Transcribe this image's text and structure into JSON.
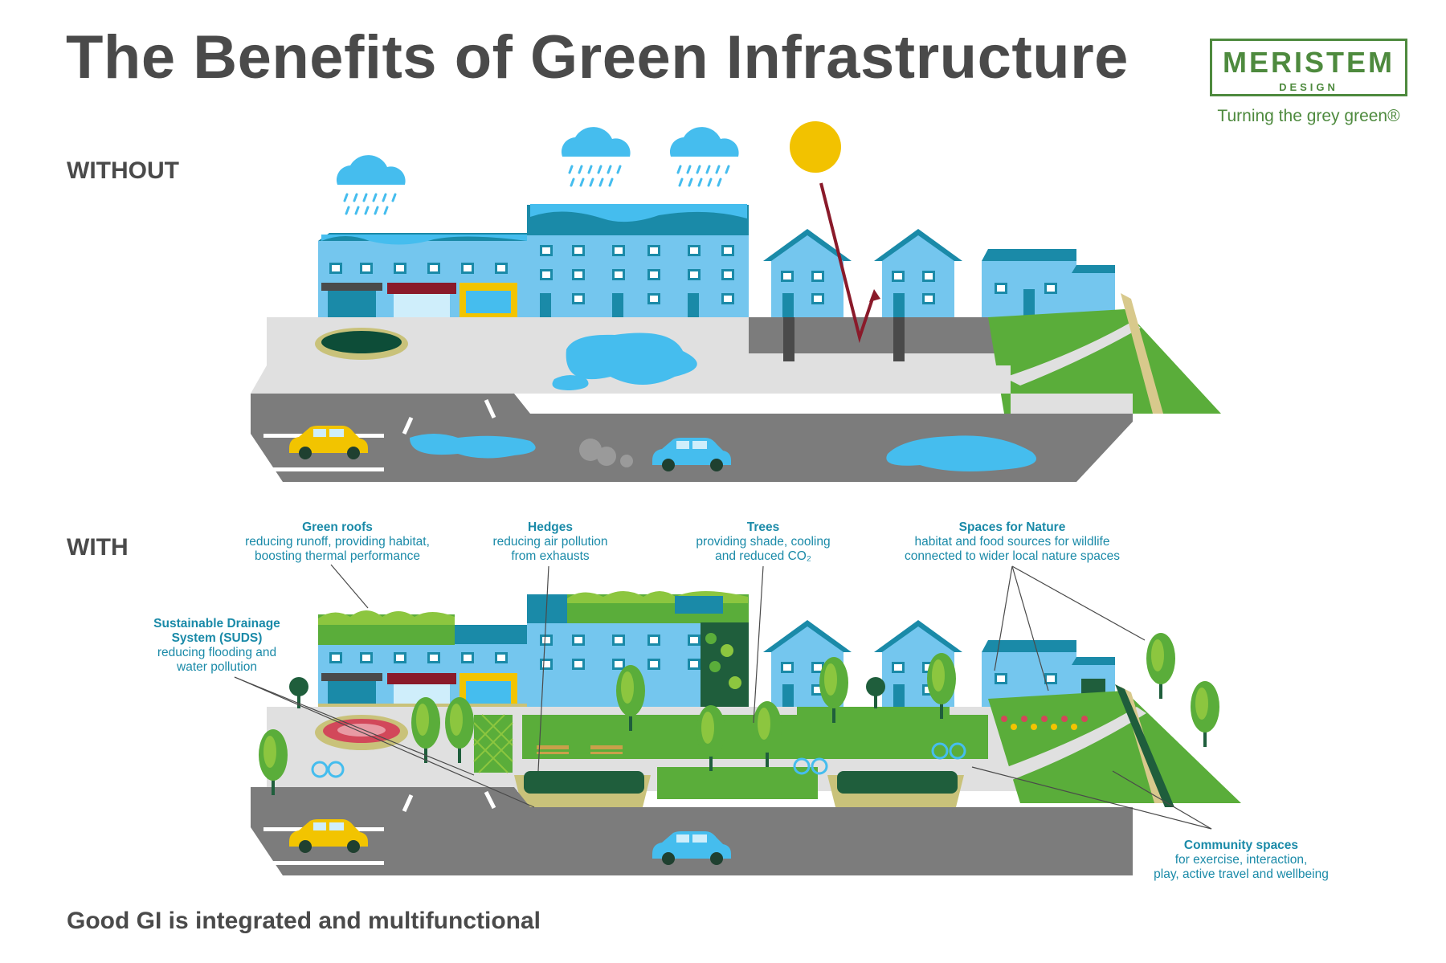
{
  "title": "The Benefits of Green Infrastructure",
  "logo": {
    "name": "MERISTEM",
    "sub": "DESIGN",
    "tagline": "Turning the grey green®"
  },
  "sections": {
    "without": "WITHOUT",
    "with": "WITH"
  },
  "footer": "Good GI is integrated and multifunctional",
  "annotations": {
    "green_roofs": {
      "heading": "Green roofs",
      "desc": "reducing runoff, providing habitat,\nboosting thermal performance"
    },
    "hedges": {
      "heading": "Hedges",
      "desc": "reducing air pollution\nfrom exhausts"
    },
    "trees": {
      "heading": "Trees",
      "desc": "providing shade, cooling\nand reduced CO₂"
    },
    "nature": {
      "heading": "Spaces for Nature",
      "desc": "habitat and food sources for wildlife\nconnected to wider local nature spaces"
    },
    "suds": {
      "heading": "Sustainable Drainage\nSystem (SUDS)",
      "desc": "reducing flooding and\nwater pollution"
    },
    "community": {
      "heading": "Community spaces",
      "desc": "for exercise, interaction,\nplay, active travel and wellbeing"
    }
  },
  "colors": {
    "building": "#74c6ee",
    "roof_dark": "#1a8aa8",
    "water": "#45bdee",
    "road": "#7c7c7c",
    "pavement": "#e0e0e0",
    "grass": "#5aad3a",
    "hedge": "#1f5e3c",
    "car_yellow": "#f2c400",
    "car_blue": "#45bdee",
    "sun": "#f2c200",
    "arrow": "#8a1a2a",
    "annotation": "#1a8aa8"
  }
}
